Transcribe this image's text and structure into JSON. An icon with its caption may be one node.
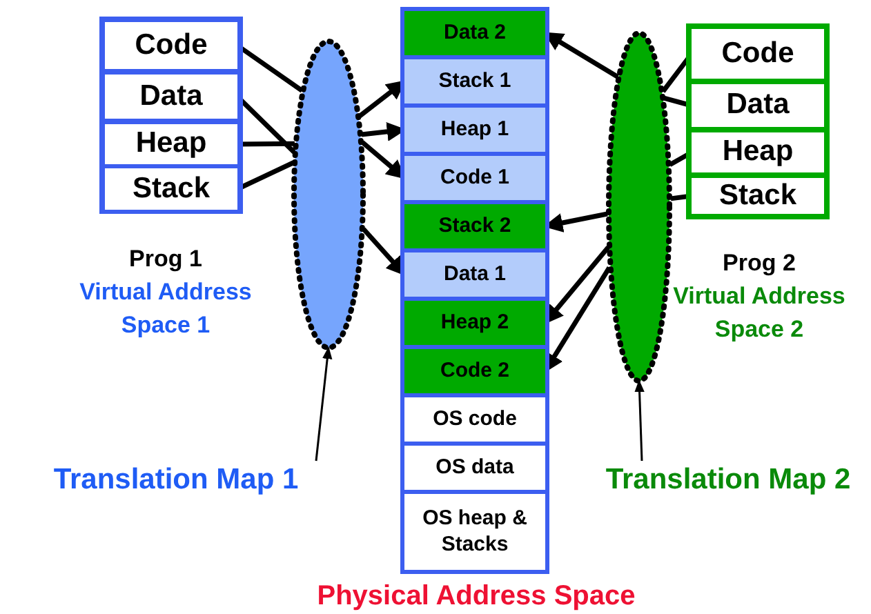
{
  "diagram": {
    "nodes": [
      {
        "text": [],
        "shape": "box",
        "beside": [
          "Prog 1",
          "Virtual Address Space 1"
        ]
      },
      {
        "text": [
          "Code"
        ],
        "in": 0
      },
      {
        "text": [
          "Data"
        ],
        "in": 0
      },
      {
        "text": [
          "Heap"
        ],
        "in": 0
      },
      {
        "text": [
          "Stack"
        ],
        "in": 0
      },
      {
        "text": [],
        "shape": "ellipse"
      },
      {
        "text": [
          "Translation Map 1"
        ]
      },
      {
        "text": [],
        "shape": "box",
        "beside": [
          "Physical Address Space"
        ]
      },
      {
        "text": [
          "Data 2"
        ],
        "in": 7
      },
      {
        "text": [
          "Stack 1"
        ],
        "in": 7
      },
      {
        "text": [
          "Heap 1"
        ],
        "in": 7
      },
      {
        "text": [
          "Code 1"
        ],
        "in": 7
      },
      {
        "text": [
          "Stack 2"
        ],
        "in": 7
      },
      {
        "text": [
          "Data 1"
        ],
        "in": 7
      },
      {
        "text": [
          "Heap 2"
        ],
        "in": 7
      },
      {
        "text": [
          "Code 2"
        ],
        "in": 7
      },
      {
        "text": [
          "OS code"
        ],
        "in": 7
      },
      {
        "text": [
          "OS data"
        ],
        "in": 7
      },
      {
        "text": [
          "OS heap & Stacks"
        ],
        "in": 7
      },
      {
        "text": [],
        "shape": "box",
        "beside": [
          "Prog 2",
          "Virtual Address Space 2"
        ]
      },
      {
        "text": [
          "Code"
        ],
        "in": 19
      },
      {
        "text": [
          "Data"
        ],
        "in": 19
      },
      {
        "text": [
          "Heap"
        ],
        "in": 19
      },
      {
        "text": [
          "Stack"
        ],
        "in": 19
      },
      {
        "text": [],
        "shape": "ellipse"
      },
      {
        "text": [
          "Translation Map 2"
        ]
      }
    ],
    "edges": [
      {
        "from": 1,
        "to": 5,
        "arrow": "none"
      },
      {
        "from": 2,
        "to": 5,
        "arrow": "none"
      },
      {
        "from": 3,
        "to": 5,
        "arrow": "none"
      },
      {
        "from": 4,
        "to": 5,
        "arrow": "none"
      },
      {
        "from": 5,
        "to": 11,
        "arrow": "to"
      },
      {
        "from": 5,
        "to": 13,
        "arrow": "to"
      },
      {
        "from": 5,
        "to": 10,
        "arrow": "to"
      },
      {
        "from": 5,
        "to": 9,
        "arrow": "to"
      },
      {
        "from": 20,
        "to": 24,
        "arrow": "none"
      },
      {
        "from": 21,
        "to": 24,
        "arrow": "none"
      },
      {
        "from": 22,
        "to": 24,
        "arrow": "none"
      },
      {
        "from": 23,
        "to": 24,
        "arrow": "none"
      },
      {
        "from": 24,
        "to": 15,
        "arrow": "to"
      },
      {
        "from": 24,
        "to": 8,
        "arrow": "to"
      },
      {
        "from": 24,
        "to": 14,
        "arrow": "to"
      },
      {
        "from": 24,
        "to": 12,
        "arrow": "to"
      },
      {
        "from": 6,
        "to": 5,
        "arrow": "to"
      },
      {
        "from": 25,
        "to": 24,
        "arrow": "to"
      }
    ]
  }
}
